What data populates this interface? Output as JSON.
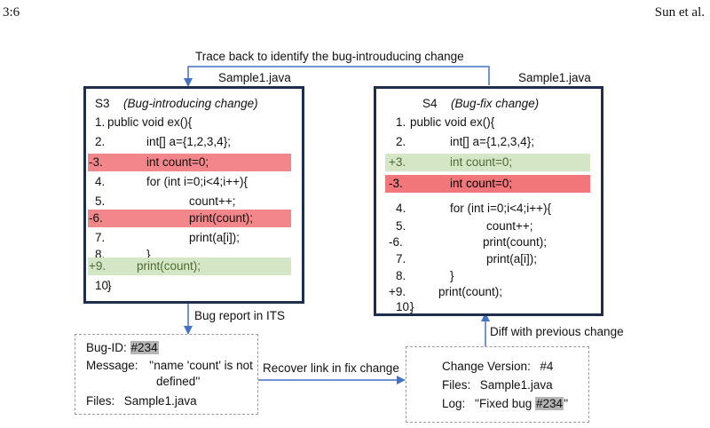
{
  "header": {
    "page_number": "3:6",
    "authors": "Sun et al."
  },
  "trace_back_label": "Trace back to identify the bug-introuducing change",
  "bug_report_label": "Bug report in ITS",
  "recover_link_label": "Recover link in fix change",
  "diff_label": "Diff with previous change",
  "s3": {
    "file_name": "Sample1.java",
    "id": "S3",
    "title": "(Bug-introducing change)",
    "lines": [
      {
        "no": "1.",
        "code": "public void ex(){",
        "kind": "normal"
      },
      {
        "no": "2.",
        "code": "int[] a={1,2,3,4};",
        "kind": "normal"
      },
      {
        "no": "-3.",
        "code": "int count=0;",
        "kind": "del"
      },
      {
        "no": "4.",
        "code": "for (int i=0;i<4;i++){",
        "kind": "normal"
      },
      {
        "no": "5.",
        "code": "count++;",
        "kind": "normal"
      },
      {
        "no": "-6.",
        "code": "print(count);",
        "kind": "del"
      },
      {
        "no": "7.",
        "code": "print(a[i]);",
        "kind": "normal"
      },
      {
        "no": "8.",
        "code": "}",
        "kind": "normal"
      },
      {
        "no": "+9.",
        "code": "print(count);",
        "kind": "add"
      },
      {
        "no": "10.",
        "code": "}",
        "kind": "normal"
      }
    ]
  },
  "s4": {
    "file_name": "Sample1.java",
    "id": "S4",
    "title": "(Bug-fix change)",
    "lines": [
      {
        "no": "1.",
        "code": "public void ex(){",
        "kind": "normal"
      },
      {
        "no": "2.",
        "code": "int[] a={1,2,3,4};",
        "kind": "normal"
      },
      {
        "no": "+3.",
        "code": "int count=0;",
        "kind": "add"
      },
      {
        "no": "-3.",
        "code": "int count=0;",
        "kind": "del"
      },
      {
        "no": "4.",
        "code": "for (int i=0;i<4;i++){",
        "kind": "normal"
      },
      {
        "no": "5.",
        "code": "count++;",
        "kind": "normal"
      },
      {
        "no": "-6.",
        "code": "print(count);",
        "kind": "normal"
      },
      {
        "no": "7.",
        "code": "print(a[i]);",
        "kind": "normal"
      },
      {
        "no": "8.",
        "code": "}",
        "kind": "normal"
      },
      {
        "no": "+9.",
        "code": "print(count);",
        "kind": "normal"
      },
      {
        "no": "10.",
        "code": "}",
        "kind": "normal"
      }
    ]
  },
  "bug_box": {
    "id_label": "Bug-ID:",
    "id_value": "#234",
    "message_label": "Message:",
    "message_line1": "''name 'count' is not",
    "message_line2": "defined''",
    "files_label": "Files:",
    "files_value": "Sample1.java"
  },
  "change_box": {
    "version_label": "Change Version:",
    "version_value": "#4",
    "files_label": "Files:",
    "files_value": "Sample1.java",
    "log_label": "Log:",
    "log_prefix": "''Fixed bug ",
    "log_bug": "#234",
    "log_suffix": "''"
  },
  "colors": {
    "box_border": "#1f2d4f",
    "arrow": "#4472c4",
    "added_row": "#d5e6c6",
    "deleted_row": "#f3868a",
    "id_highlight": "#b5b5b5"
  }
}
